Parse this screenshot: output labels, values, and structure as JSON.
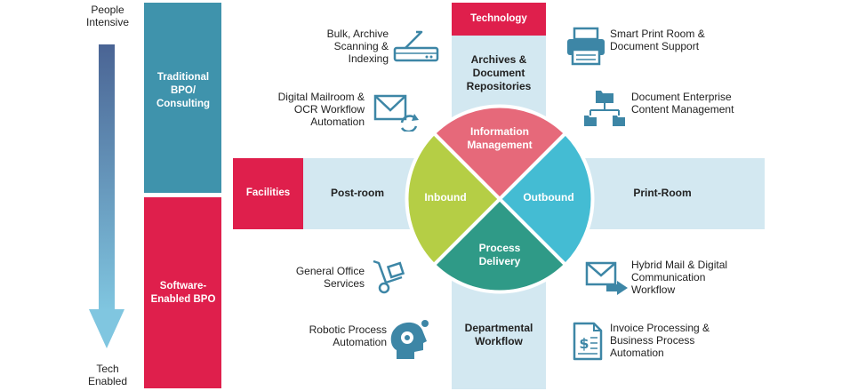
{
  "scale": {
    "top_label": "People Intensive",
    "bottom_label": "Tech Enabled"
  },
  "bands": {
    "traditional": "Traditional BPO/ Consulting",
    "software": "Software- Enabled BPO"
  },
  "columns": {
    "technology": "Technology",
    "archives": "Archives & Document Repositories",
    "departmental": "Departmental Workflow"
  },
  "rows": {
    "facilities": "Facilities",
    "postroom": "Post-room",
    "printroom": "Print-Room"
  },
  "wheel": {
    "top": "Information Management",
    "left": "Inbound",
    "right": "Outbound",
    "bottom": "Process Delivery"
  },
  "services": {
    "bulk": "Bulk, Archive Scanning & Indexing",
    "mailroom": "Digital Mailroom & OCR Workflow Automation",
    "general": "General Office Services",
    "robotic": "Robotic Process Automation",
    "smartprint": "Smart Print Room & Document Support",
    "document": "Document Enterprise Content Management",
    "hybrid": "Hybrid Mail & Digital Communication Workflow",
    "invoice": "Invoice Processing & Business Process Automation"
  },
  "colors": {
    "teal": "#3f93ac",
    "crimson": "#df1f4c",
    "light_blue": "#d3e8f1",
    "pink": "#e6697a",
    "lime": "#b5ce45",
    "cyan": "#44bcd3",
    "green": "#2f9a87",
    "icon": "#3d86a6"
  },
  "icons": {
    "bulk": "scanner-icon",
    "mailroom": "mail-sync-icon",
    "general": "hand-truck-icon",
    "robotic": "head-gear-icon",
    "smartprint": "printer-icon",
    "document": "folder-network-icon",
    "hybrid": "mail-send-icon",
    "invoice": "invoice-icon"
  }
}
